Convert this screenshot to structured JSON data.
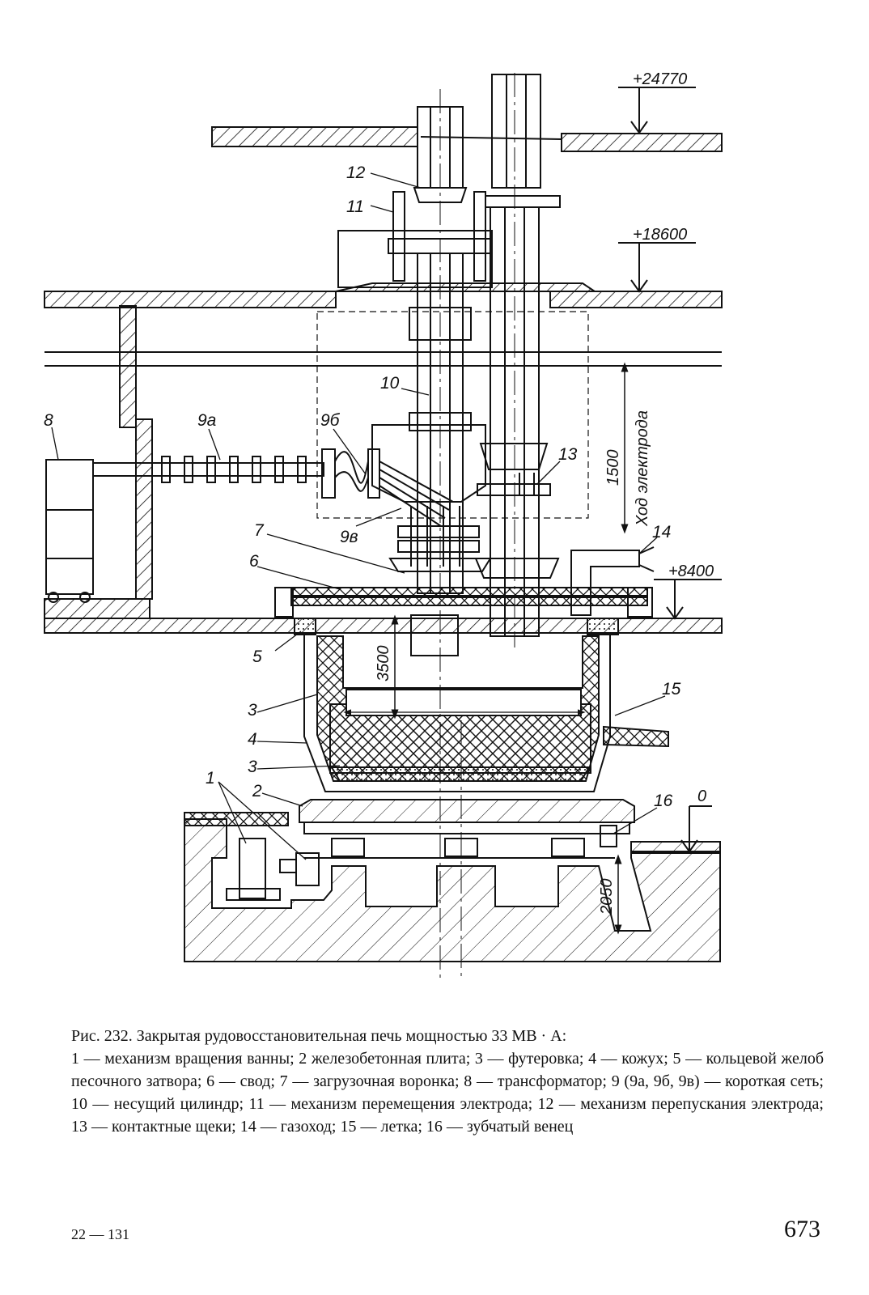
{
  "figure": {
    "labels": {
      "l1": "1",
      "l2": "2",
      "l3a": "3",
      "l3b": "3",
      "l4": "4",
      "l5": "5",
      "l6": "6",
      "l7": "7",
      "l8": "8",
      "l9a": "9а",
      "l9b": "9б",
      "l9v": "9в",
      "l10": "10",
      "l11": "11",
      "l12": "12",
      "l13": "13",
      "l14": "14",
      "l15": "15",
      "l16": "16"
    },
    "elevations": {
      "e24770": "+24770",
      "e18600": "+18600",
      "e8400": "+8400",
      "e0": "0"
    },
    "dimensions": {
      "d1500": "1500",
      "d3500": "3500",
      "d2050": "2050",
      "stroke_label": "Ход электрода"
    }
  },
  "caption": {
    "title": "Рис. 232. Закрытая рудовосстановительная печь мощностью 33 МВ · А:",
    "body": "1 — механизм вращения ванны; 2 железобетонная плита; 3 — футеровка; 4 — кожух; 5 — кольцевой желоб песочного затвора; 6 — свод; 7 — загрузочная воронка; 8 — трансформатор; 9 (9а, 9б, 9в) — короткая сеть; 10 — несущий цилиндр; 11 — механизм перемещения электрода; 12 — механизм перепускания электрода; 13 — контактные щеки; 14 — газоход; 15 — летка; 16 — зубчатый венец"
  },
  "footer": {
    "sheet_code": "22 — 131",
    "page_number": "673"
  }
}
